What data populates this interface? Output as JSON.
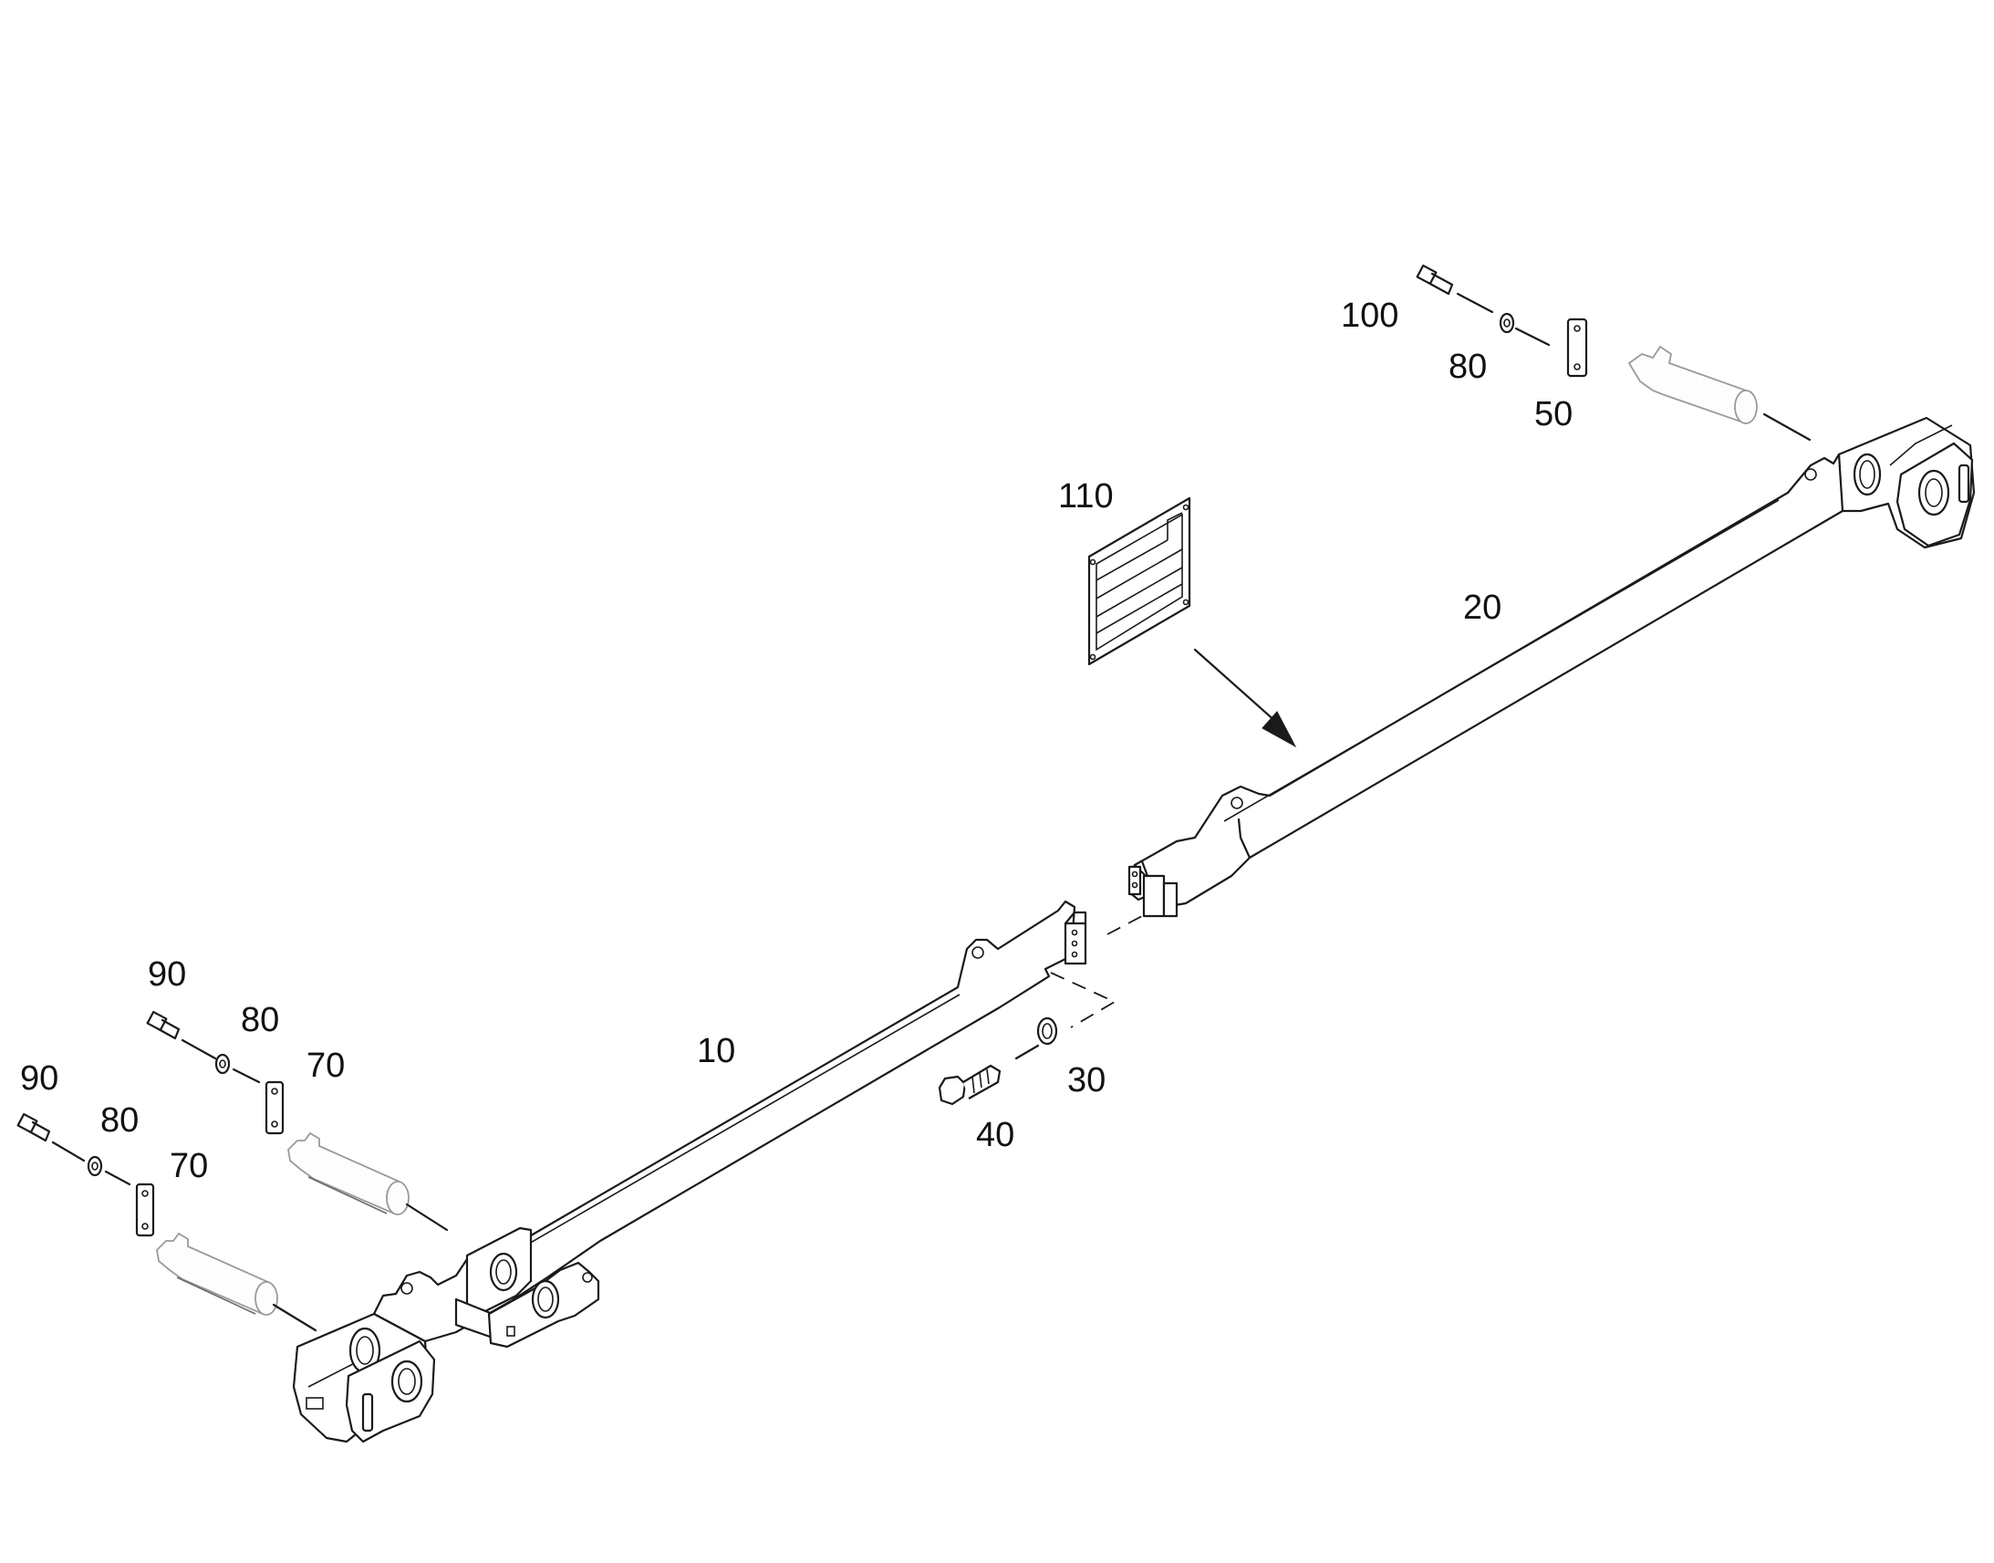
{
  "callouts": [
    {
      "id": "label-100",
      "text": "100"
    },
    {
      "id": "label-80-top",
      "text": "80"
    },
    {
      "id": "label-50",
      "text": "50"
    },
    {
      "id": "label-110",
      "text": "110"
    },
    {
      "id": "label-20",
      "text": "20"
    },
    {
      "id": "label-10",
      "text": "10"
    },
    {
      "id": "label-30",
      "text": "30"
    },
    {
      "id": "label-40",
      "text": "40"
    },
    {
      "id": "label-90-a",
      "text": "90"
    },
    {
      "id": "label-80-a",
      "text": "80"
    },
    {
      "id": "label-70-a",
      "text": "70"
    },
    {
      "id": "label-90-b",
      "text": "90"
    },
    {
      "id": "label-80-b",
      "text": "80"
    },
    {
      "id": "label-70-b",
      "text": "70"
    }
  ],
  "colors": {
    "line": "#1a1a1a",
    "pin_outline": "#9a9a9a",
    "background": "#ffffff"
  }
}
